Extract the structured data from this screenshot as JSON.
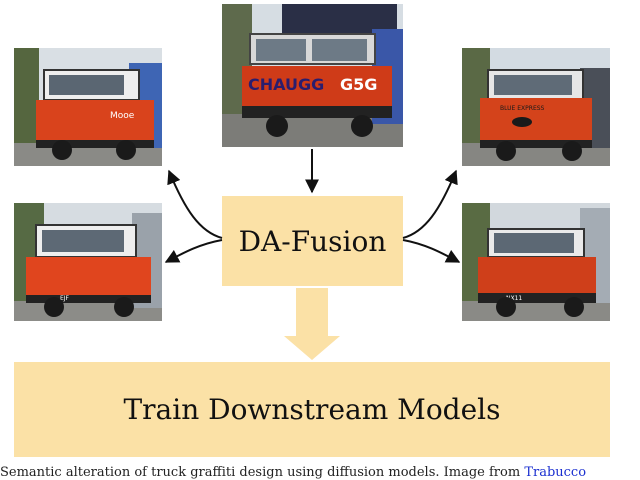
{
  "diagram": {
    "center_box_label": "DA-Fusion",
    "bottom_box_label": "Train Downstream Models",
    "box_color": "#fbe1a6",
    "arrow_color": "#111111"
  },
  "images": {
    "top": {
      "cab_color": "#cf3b18",
      "graffiti_text": "CHAUGG",
      "side_text": "G5G"
    },
    "top_left": {
      "cab_color": "#d9431c",
      "brand_text": "Mooe"
    },
    "top_right": {
      "cab_color": "#d4431b",
      "panel_text": "BLUE EXPRESS"
    },
    "bottom_left": {
      "cab_color": "#e0451e",
      "plate_text": "EJF"
    },
    "bottom_right": {
      "cab_color": "#cf3f1a",
      "plate_text": "NX11"
    }
  },
  "caption": {
    "text": "Semantic alteration of truck graffiti design using diffusion models. Image from ",
    "link_text": "Trabucco",
    "link_color": "#1a2fd0"
  }
}
